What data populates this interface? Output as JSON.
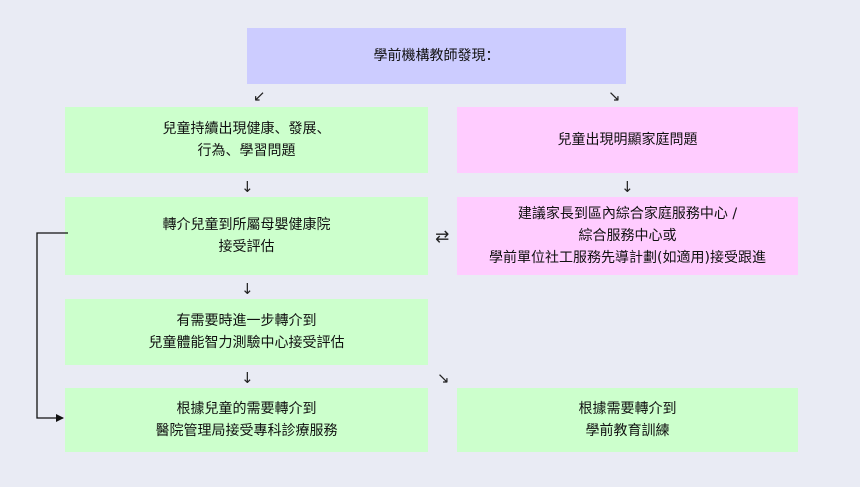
{
  "top": {
    "text": "學前機構教師發現："
  },
  "left_col": {
    "box1": [
      "兒童持續出現健康、發展、",
      "行為、學習問題"
    ],
    "box2": [
      "轉介兒童到所屬母嬰健康院",
      "接受評估"
    ],
    "box3": [
      "有需要時進一步轉介到",
      "兒童體能智力測驗中心接受評估"
    ],
    "box4": [
      "根據兒童的需要轉介到",
      "醫院管理局接受專科診療服務"
    ]
  },
  "right_col": {
    "box1": [
      "兒童出現明顯家庭問題"
    ],
    "box2": [
      "建議家長到區內綜合家庭服務中心 /",
      "綜合服務中心或",
      "學前單位社工服務先導計劃(如適用)接受跟進"
    ],
    "box3": [
      "根據需要轉介到",
      "學前教育訓練"
    ]
  },
  "arrows": {
    "down_left": "↙",
    "down_right": "↘",
    "down": "↓",
    "bidirectional": "⇄"
  },
  "colors": {
    "lavender": "#ccccff",
    "green": "#ccffcc",
    "pink": "#ffccff",
    "background": "#e9ebf4"
  }
}
